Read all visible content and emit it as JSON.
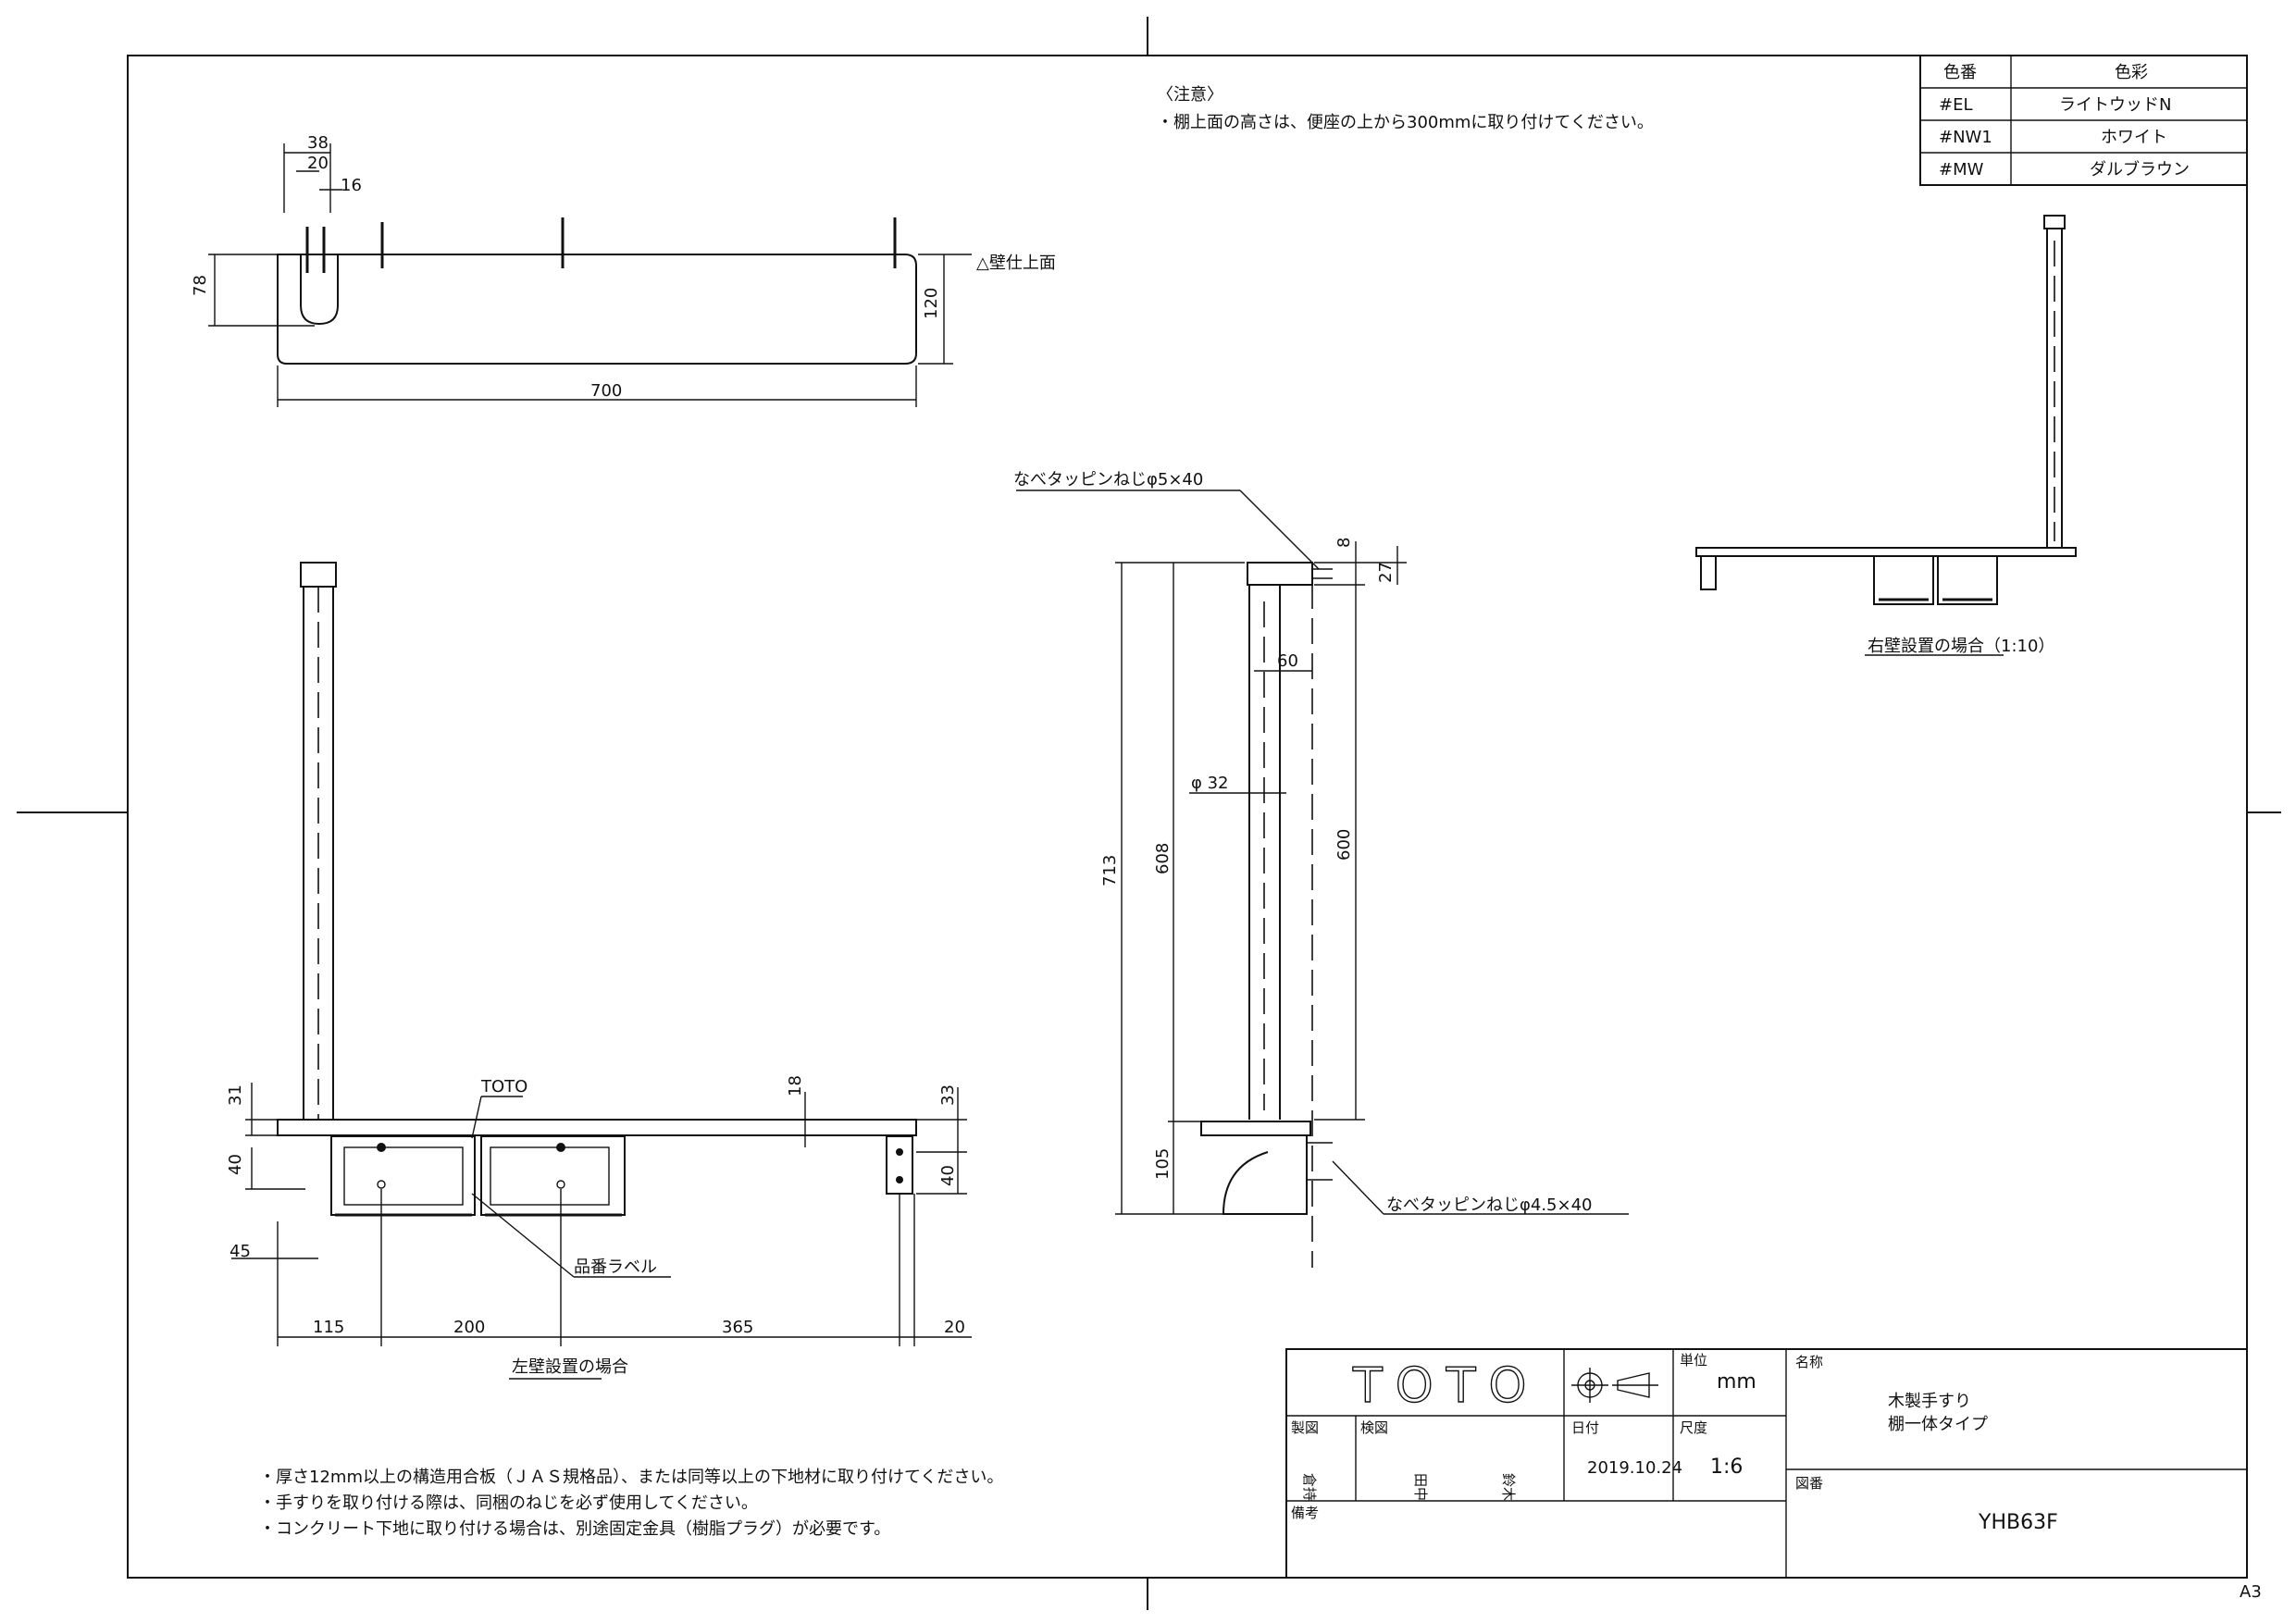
{
  "notes": {
    "header": "〈注意〉",
    "top_note": "・棚上面の高さは、便座の上から300mmに取り付けてください。",
    "bottom_notes": [
      "・厚さ12mm以上の構造用合板（ＪＡＳ規格品）、または同等以上の下地材に取り付けてください。",
      "・手すりを取り付ける際は、同梱のねじを必ず使用してください。",
      "・コンクリート下地に取り付ける場合は、別途固定金具（樹脂プラグ）が必要です。"
    ]
  },
  "color_table": {
    "headers": [
      "色番",
      "色彩"
    ],
    "rows": [
      [
        "#EL",
        "ライトウッドN"
      ],
      [
        "#NW1",
        "ホワイト"
      ],
      [
        "#MW",
        "ダルブラウン"
      ]
    ]
  },
  "plan_view": {
    "dims": {
      "d38": "38",
      "d20": "20",
      "d16": "16",
      "d78": "78",
      "d120": "120",
      "d700": "700"
    },
    "wall_label": "△壁仕上面"
  },
  "front_view": {
    "dims": {
      "d31": "31",
      "d40a": "40",
      "d45": "45",
      "d115": "115",
      "d200": "200",
      "d365": "365",
      "d20": "20",
      "d18": "18",
      "d33": "33",
      "d40b": "40"
    },
    "label_toto": "TOTO",
    "label_part": "品番ラベル",
    "caption": "左壁設置の場合"
  },
  "side_view": {
    "screw_top": "なべタッピンねじφ5×40",
    "screw_bottom": "なべタッピンねじφ4.5×40",
    "dims": {
      "d8": "8",
      "d27": "27",
      "d60": "60",
      "d32": "φ 32",
      "d713": "713",
      "d608": "608",
      "d600": "600",
      "d105": "105"
    }
  },
  "right_view": {
    "caption": "右壁設置の場合（1:10）"
  },
  "title_block": {
    "logo": "TOTO",
    "unit_label": "単位",
    "unit_value": "mm",
    "name_label": "名称",
    "name_line1": "木製手すり",
    "name_line2": "棚一体タイプ",
    "drawn_label": "製図",
    "checked_label": "検図",
    "date_label": "日付",
    "date_value": "2019.10.24",
    "scale_label": "尺度",
    "scale_value": "1:6",
    "drawing_no_label": "図番",
    "drawing_no": "YHB63F",
    "remarks_label": "備考",
    "drawn_stamp": "倉持",
    "checked_stamp_1": "田中",
    "checked_stamp_2": "鈴木"
  },
  "sheet_size": "A3"
}
